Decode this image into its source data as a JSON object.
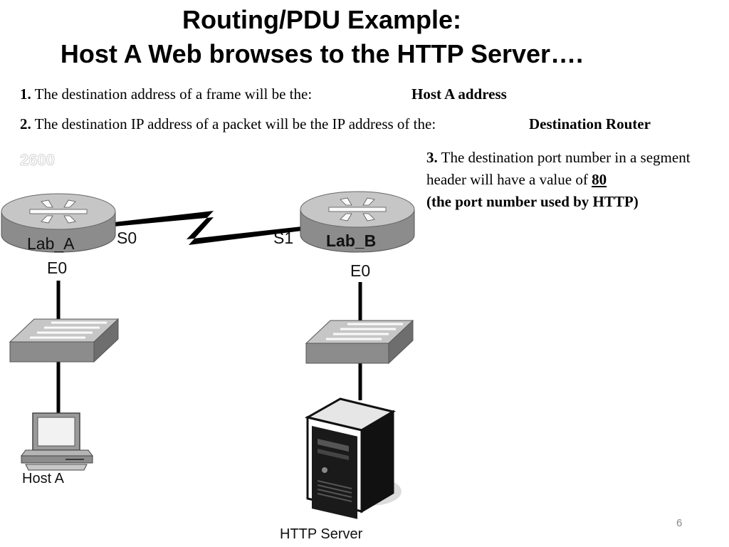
{
  "slide": {
    "title_line1": "Routing/PDU Example:",
    "title_line2": "Host A Web browses to the HTTP Server….",
    "page_number": "6"
  },
  "questions": {
    "q1": {
      "num": "1.",
      "text": "The destination address of a frame will be the:",
      "answer": "Host A address"
    },
    "q2": {
      "num": "2.",
      "text": "The destination IP address of a packet will be the IP address of the:",
      "answer": "Destination Router"
    },
    "q3": {
      "num": "3.",
      "text": "The destination port number in a segment header will have a value of",
      "answer": "80",
      "paren": "(the port number used by HTTP)"
    }
  },
  "diagram": {
    "model_label": "2600",
    "router_a": {
      "name": "Lab_A",
      "serial_port": "S0",
      "ethernet_port": "E0"
    },
    "router_b": {
      "name": "Lab_B",
      "serial_port": "S1",
      "ethernet_port": "E0"
    },
    "host": {
      "name": "Host A"
    },
    "server": {
      "name": "HTTP Server"
    }
  },
  "colors": {
    "device_top": "#c6c6c6",
    "device_side": "#8c8c8c",
    "device_dark": "#6e6e6e",
    "link": "#000000"
  }
}
